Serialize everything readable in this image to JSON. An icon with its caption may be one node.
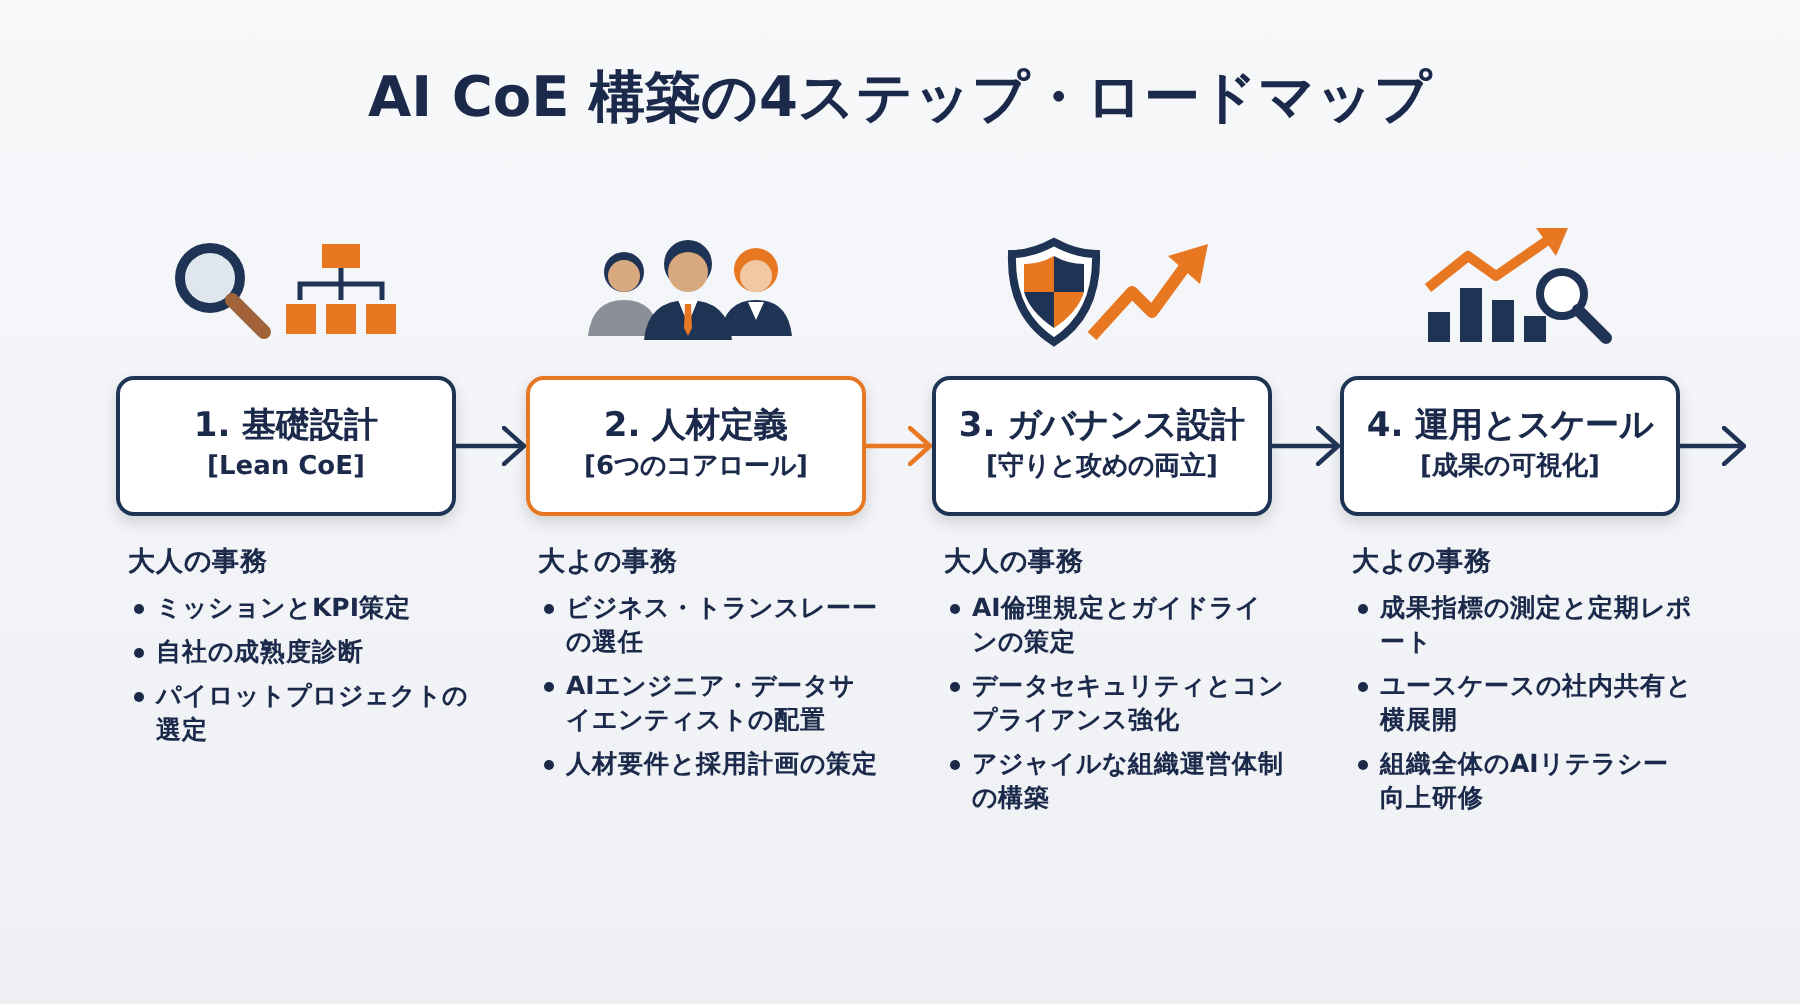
{
  "diagram": {
    "title": "AI CoE 構築の4ステップ・ロードマップ",
    "nodes": [
      {
        "text": [
          "1. 基礎設計",
          "[Lean CoE]"
        ],
        "beside": [
          "大人の事務",
          "ミッションとKPI策定",
          "自社の成熟度診断",
          "パイロットプロジェクトの選定"
        ]
      },
      {
        "text": [
          "2. 人材定義",
          "[6つのコアロール]"
        ],
        "beside": [
          "大よの事務",
          "ビジネス・トランスレーーの選任",
          "AIエンジニア・データサイエンティストの配置",
          "人材要件と採用計画の策定"
        ]
      },
      {
        "text": [
          "3. ガバナンス設計",
          "[守りと攻めの両立]"
        ],
        "beside": [
          "大人の事務",
          "AI倫理規定とガイドラインの策定",
          "データセキュリティとコンプライアンス強化",
          "アジャイルな組織運営体制の構築"
        ]
      },
      {
        "text": [
          "4. 運用とスケール",
          "[成果の可視化]"
        ],
        "beside": [
          "大よの事務",
          "成果指標の測定と定期レポート",
          "ユースケースの社内共有と横展開",
          "組織全体のAIリテラシー向上研修"
        ]
      }
    ],
    "edges": [
      {
        "from": 0,
        "to": 1,
        "arrow": "to"
      },
      {
        "from": 1,
        "to": 2,
        "arrow": "to",
        "color": "#e87722"
      },
      {
        "from": 2,
        "to": 3,
        "arrow": "to"
      },
      {
        "from": 3,
        "to": null,
        "arrow": "to"
      }
    ]
  }
}
